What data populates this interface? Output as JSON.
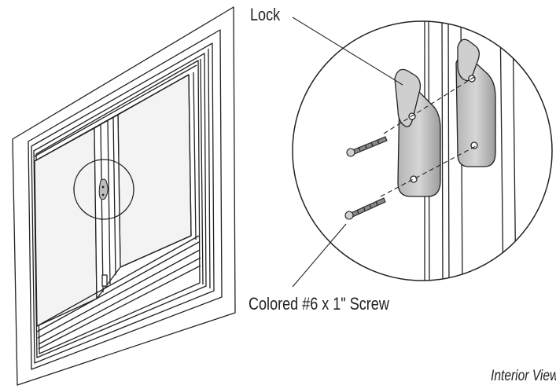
{
  "labels": {
    "lock": "Lock",
    "screw": "Colored #6 x 1\" Screw",
    "view": "Interior View"
  },
  "colors": {
    "line": "#222222",
    "glass": "#f0f0f0",
    "frame": "#ffffff",
    "lock_body": "#c8c8c8",
    "lock_shadow": "#9a9a9a"
  },
  "icons": {
    "zoom_circle": "magnifier-detail-circle"
  }
}
